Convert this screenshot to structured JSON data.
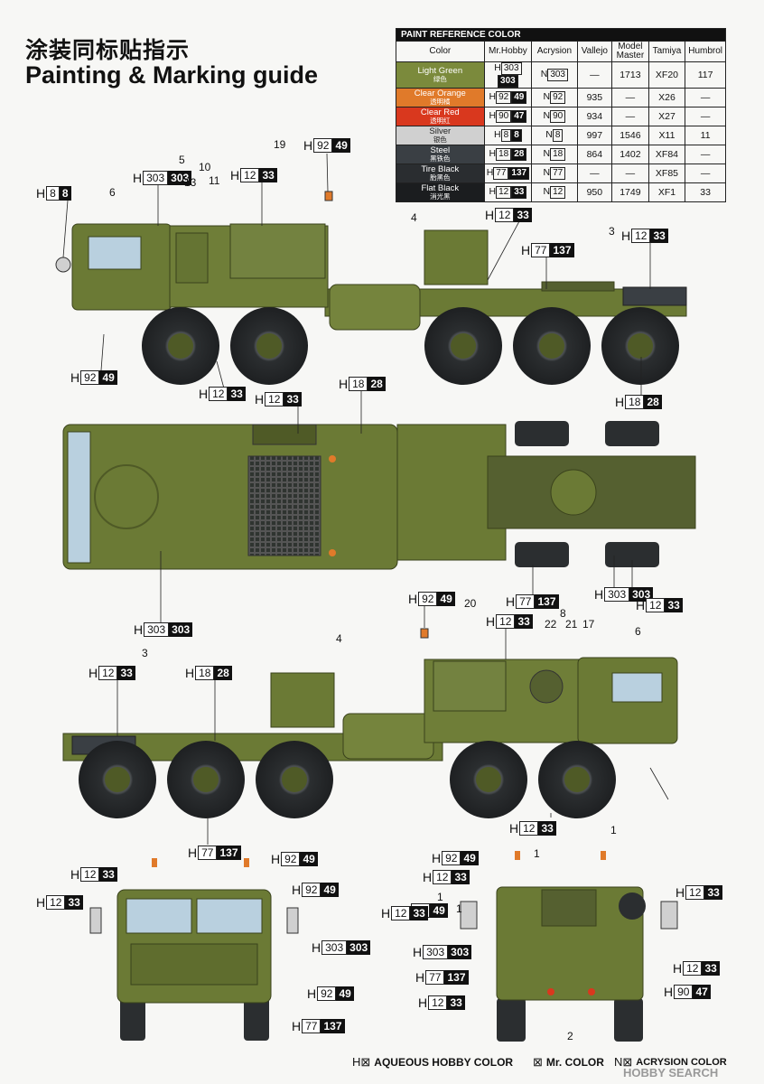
{
  "title_cn": "涂装同标贴指示",
  "title_en": "Painting & Marking guide",
  "paint_table": {
    "caption": "PAINT REFERENCE COLOR",
    "headers": [
      "Color",
      "Mr.Hobby",
      "Acrysion",
      "Vallejo",
      "Model Master",
      "Tamiya",
      "Humbrol"
    ],
    "rows": [
      {
        "color": "Light Green",
        "color_cn": "绿色",
        "swatch": "#7b8a3c",
        "text_color": "#ffffff",
        "h": "303",
        "m": "303",
        "n": "303",
        "vallejo": "—",
        "mm": "1713",
        "tamiya": "XF20",
        "humbrol": "117"
      },
      {
        "color": "Clear Orange",
        "color_cn": "透明橘",
        "swatch": "#e07a2a",
        "text_color": "#ffffff",
        "h": "92",
        "m": "49",
        "n": "92",
        "vallejo": "935",
        "mm": "—",
        "tamiya": "X26",
        "humbrol": "—"
      },
      {
        "color": "Clear Red",
        "color_cn": "透明红",
        "swatch": "#d9381e",
        "text_color": "#ffffff",
        "h": "90",
        "m": "47",
        "n": "90",
        "vallejo": "934",
        "mm": "—",
        "tamiya": "X27",
        "humbrol": "—"
      },
      {
        "color": "Silver",
        "color_cn": "银色",
        "swatch": "#d0d0d0",
        "text_color": "#222222",
        "h": "8",
        "m": "8",
        "n": "8",
        "vallejo": "997",
        "mm": "1546",
        "tamiya": "X11",
        "humbrol": "11"
      },
      {
        "color": "Steel",
        "color_cn": "黑铁色",
        "swatch": "#3a3f44",
        "text_color": "#ffffff",
        "h": "18",
        "m": "28",
        "n": "18",
        "vallejo": "864",
        "mm": "1402",
        "tamiya": "XF84",
        "humbrol": "—"
      },
      {
        "color": "Tire Black",
        "color_cn": "胎黑色",
        "swatch": "#2a2d30",
        "text_color": "#ffffff",
        "h": "77",
        "m": "137",
        "n": "77",
        "vallejo": "—",
        "mm": "—",
        "tamiya": "XF85",
        "humbrol": "—"
      },
      {
        "color": "Flat Black",
        "color_cn": "消光黑",
        "swatch": "#1b1d1f",
        "text_color": "#ffffff",
        "h": "12",
        "m": "33",
        "n": "12",
        "vallejo": "950",
        "mm": "1749",
        "tamiya": "XF1",
        "humbrol": "33"
      }
    ]
  },
  "callouts": [
    {
      "h": "8",
      "m": "8"
    },
    {
      "h": "303",
      "m": "303"
    },
    {
      "h": "12",
      "m": "33"
    },
    {
      "h": "92",
      "m": "49"
    },
    {
      "h": "12",
      "m": "33"
    },
    {
      "h": "77",
      "m": "137"
    },
    {
      "h": "12",
      "m": "33"
    },
    {
      "h": "92",
      "m": "49"
    },
    {
      "h": "12",
      "m": "33"
    },
    {
      "h": "18",
      "m": "28"
    },
    {
      "h": "18",
      "m": "28"
    },
    {
      "h": "12",
      "m": "33"
    },
    {
      "h": "303",
      "m": "303"
    },
    {
      "h": "92",
      "m": "49"
    },
    {
      "h": "77",
      "m": "137"
    },
    {
      "h": "303",
      "m": "303"
    },
    {
      "h": "12",
      "m": "33"
    },
    {
      "h": "12",
      "m": "33"
    },
    {
      "h": "12",
      "m": "33"
    },
    {
      "h": "18",
      "m": "28"
    },
    {
      "h": "92",
      "m": "49"
    },
    {
      "h": "12",
      "m": "33"
    },
    {
      "h": "77",
      "m": "137"
    },
    {
      "h": "92",
      "m": "49"
    },
    {
      "h": "12",
      "m": "33"
    },
    {
      "h": "92",
      "m": "49"
    },
    {
      "h": "12",
      "m": "33"
    },
    {
      "h": "303",
      "m": "303"
    },
    {
      "h": "92",
      "m": "49"
    },
    {
      "h": "77",
      "m": "137"
    },
    {
      "h": "92",
      "m": "49"
    },
    {
      "h": "12",
      "m": "33"
    },
    {
      "h": "12",
      "m": "33"
    },
    {
      "h": "12",
      "m": "33"
    },
    {
      "h": "303",
      "m": "303"
    },
    {
      "h": "77",
      "m": "137"
    },
    {
      "h": "12",
      "m": "33"
    },
    {
      "h": "12",
      "m": "33"
    },
    {
      "h": "90",
      "m": "47"
    }
  ],
  "part_numbers": [
    "19",
    "5",
    "10",
    "13",
    "11",
    "6",
    "4",
    "3",
    "20",
    "8",
    "22",
    "21",
    "17",
    "6",
    "3",
    "4",
    "1",
    "1",
    "1",
    "1",
    "2"
  ],
  "legend": {
    "h_symbol": "H⊠",
    "h_label": "AQUEOUS HOBBY COLOR",
    "m_symbol": "⊠",
    "m_label": "Mr. COLOR",
    "n_symbol": "N⊠",
    "n_label": "ACRYSION COLOR"
  },
  "watermark": "HOBBY SEARCH",
  "colors": {
    "olive": "#6b7a35",
    "olive_dark": "#4f5a26",
    "tire": "#2b2e30",
    "glass": "#b9d0df"
  }
}
